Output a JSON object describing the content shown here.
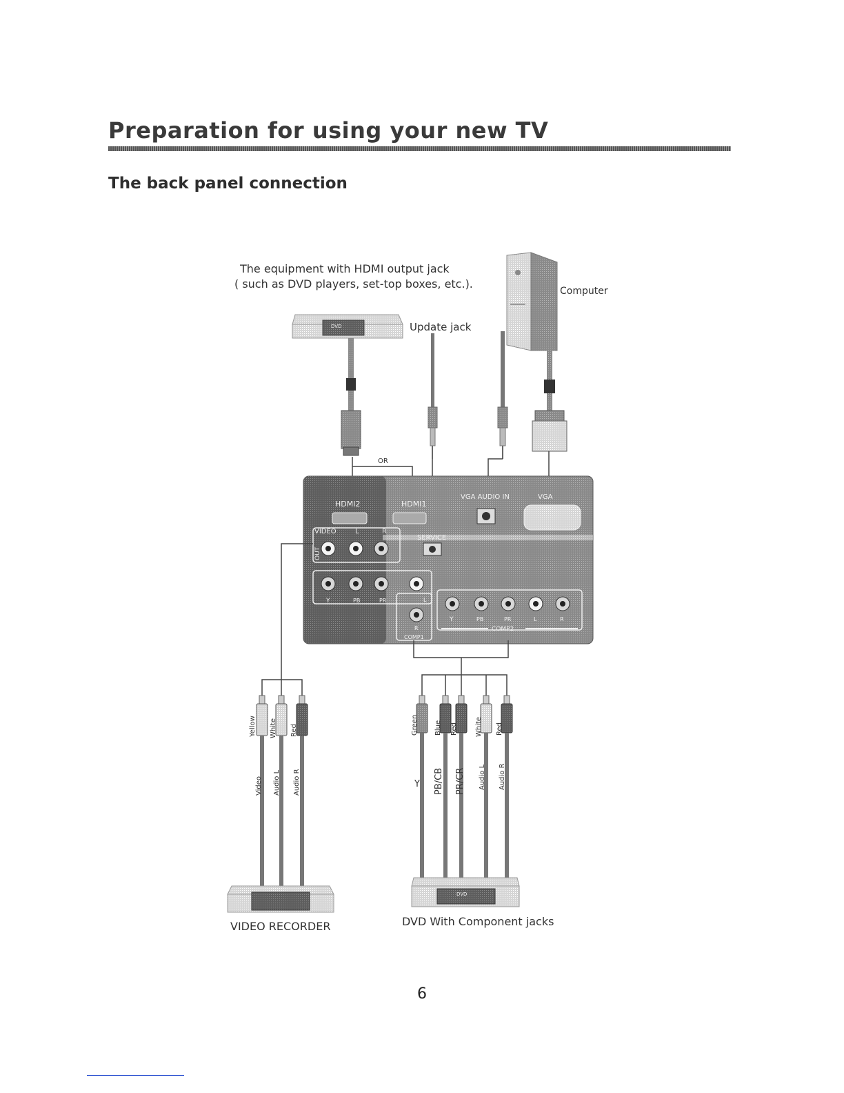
{
  "page": {
    "title": "Preparation for using your new TV",
    "subtitle": "The back panel connection",
    "page_number": "6"
  },
  "labels": {
    "hdmi_equipment_line1": "The equipment with HDMI output jack",
    "hdmi_equipment_line2": "( such as DVD players, set-top boxes, etc.).",
    "computer": "Computer",
    "update_jack": "Update jack",
    "or": "OR",
    "video_recorder": "VIDEO RECORDER",
    "dvd_component": "DVD With  Component jacks"
  },
  "panel": {
    "hdmi2": "HDMI2",
    "hdmi1": "HDMI1",
    "vga_audio_in": "VGA AUDIO IN",
    "vga": "VGA",
    "service": "SERVICE",
    "video": "VIDEO",
    "l": "L",
    "r": "R",
    "out": "OUT",
    "y": "Y",
    "pb": "PB",
    "pr": "PR",
    "comp1": "COMP1",
    "comp2": "COMP2"
  },
  "cables_left": {
    "colors": [
      "Yellow",
      "White",
      "Red"
    ],
    "signals": [
      "Video",
      "Audio L",
      "Audio R"
    ]
  },
  "cables_right": {
    "colors": [
      "Green",
      "Blue",
      "Red",
      "White",
      "Red"
    ],
    "signals": [
      "Y",
      "PB/CB",
      "PR/CR",
      "Audio L",
      "Audio R"
    ]
  },
  "device_badges": {
    "dvd": "DVD"
  }
}
